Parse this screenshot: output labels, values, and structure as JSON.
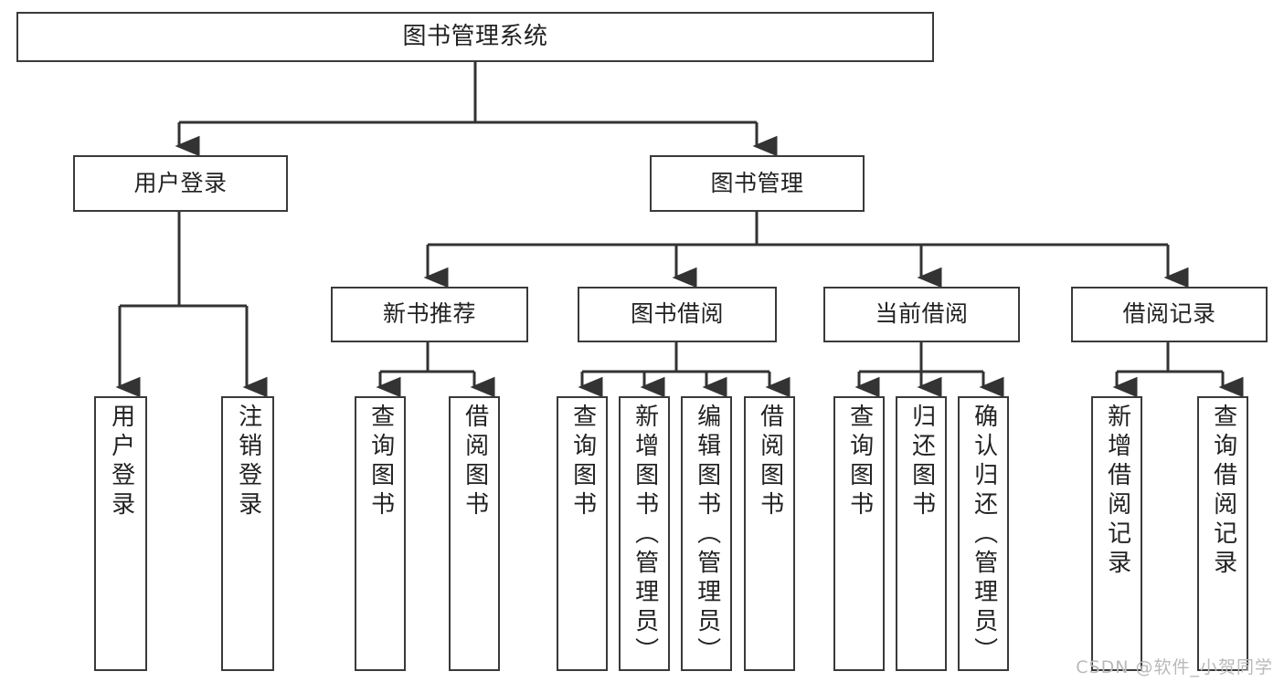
{
  "diagram": {
    "title": "图书管理系统",
    "type": "tree-hierarchy-chart",
    "colors": {
      "box_border": "#3a3a3a",
      "box_fill": "#ffffff",
      "connector": "#333333",
      "text": "#222222",
      "watermark": "#b9b9b9",
      "background": "#ffffff"
    },
    "root": {
      "label": "图书管理系统"
    },
    "level2": [
      {
        "label": "用户登录"
      },
      {
        "label": "图书管理"
      }
    ],
    "level3": [
      {
        "label": "新书推荐"
      },
      {
        "label": "图书借阅"
      },
      {
        "label": "当前借阅"
      },
      {
        "label": "借阅记录"
      }
    ],
    "leaves": {
      "user_login": [
        {
          "label": "用户登录"
        },
        {
          "label": "注销登录"
        }
      ],
      "new_book_recommend": [
        {
          "label": "查询图书"
        },
        {
          "label": "借阅图书"
        }
      ],
      "book_borrow": [
        {
          "label": "查询图书"
        },
        {
          "label": "新增图书（管理员）"
        },
        {
          "label": "编辑图书（管理员）"
        },
        {
          "label": "借阅图书"
        }
      ],
      "current_borrow": [
        {
          "label": "查询图书"
        },
        {
          "label": "归还图书"
        },
        {
          "label": "确认归还（管理员）"
        }
      ],
      "borrow_record": [
        {
          "label": "新增借阅记录"
        },
        {
          "label": "查询借阅记录"
        }
      ]
    }
  },
  "watermark": {
    "text": "CSDN @软件_小贺同学"
  }
}
